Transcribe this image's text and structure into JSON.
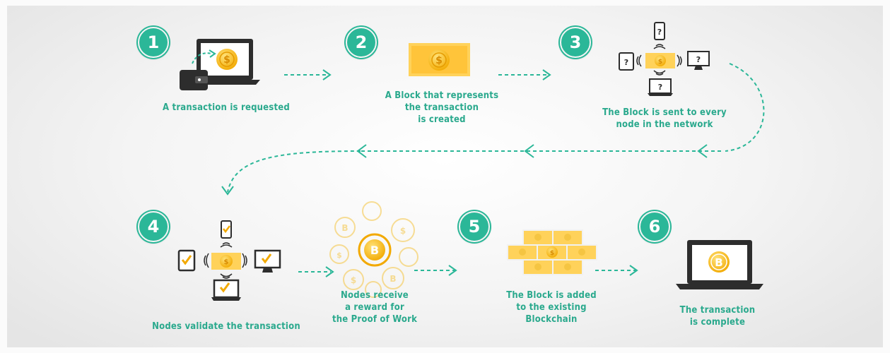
{
  "steps": [
    {
      "number": "1",
      "caption": "A transaction is requested"
    },
    {
      "number": "2",
      "caption": "A Block that represents\nthe transaction\nis created"
    },
    {
      "number": "3",
      "caption": "The Block is sent to every\nnode in the network"
    },
    {
      "number": "4",
      "caption": "Nodes validate the transaction"
    },
    {
      "number": "",
      "caption": "Nodes receive\na reward for\nthe Proof of Work"
    },
    {
      "number": "5",
      "caption": "The Block is added\nto the existing\nBlockchain"
    },
    {
      "number": "6",
      "caption": "The transaction\nis complete"
    }
  ],
  "icon_glyphs": {
    "dollar": "$",
    "bitcoin": "B",
    "unknown": "?",
    "check": "✓"
  },
  "colors": {
    "accent": "#2bb798",
    "coin": "#f4b400",
    "coin_light": "#ffd866",
    "dark": "#2d2d2d"
  }
}
